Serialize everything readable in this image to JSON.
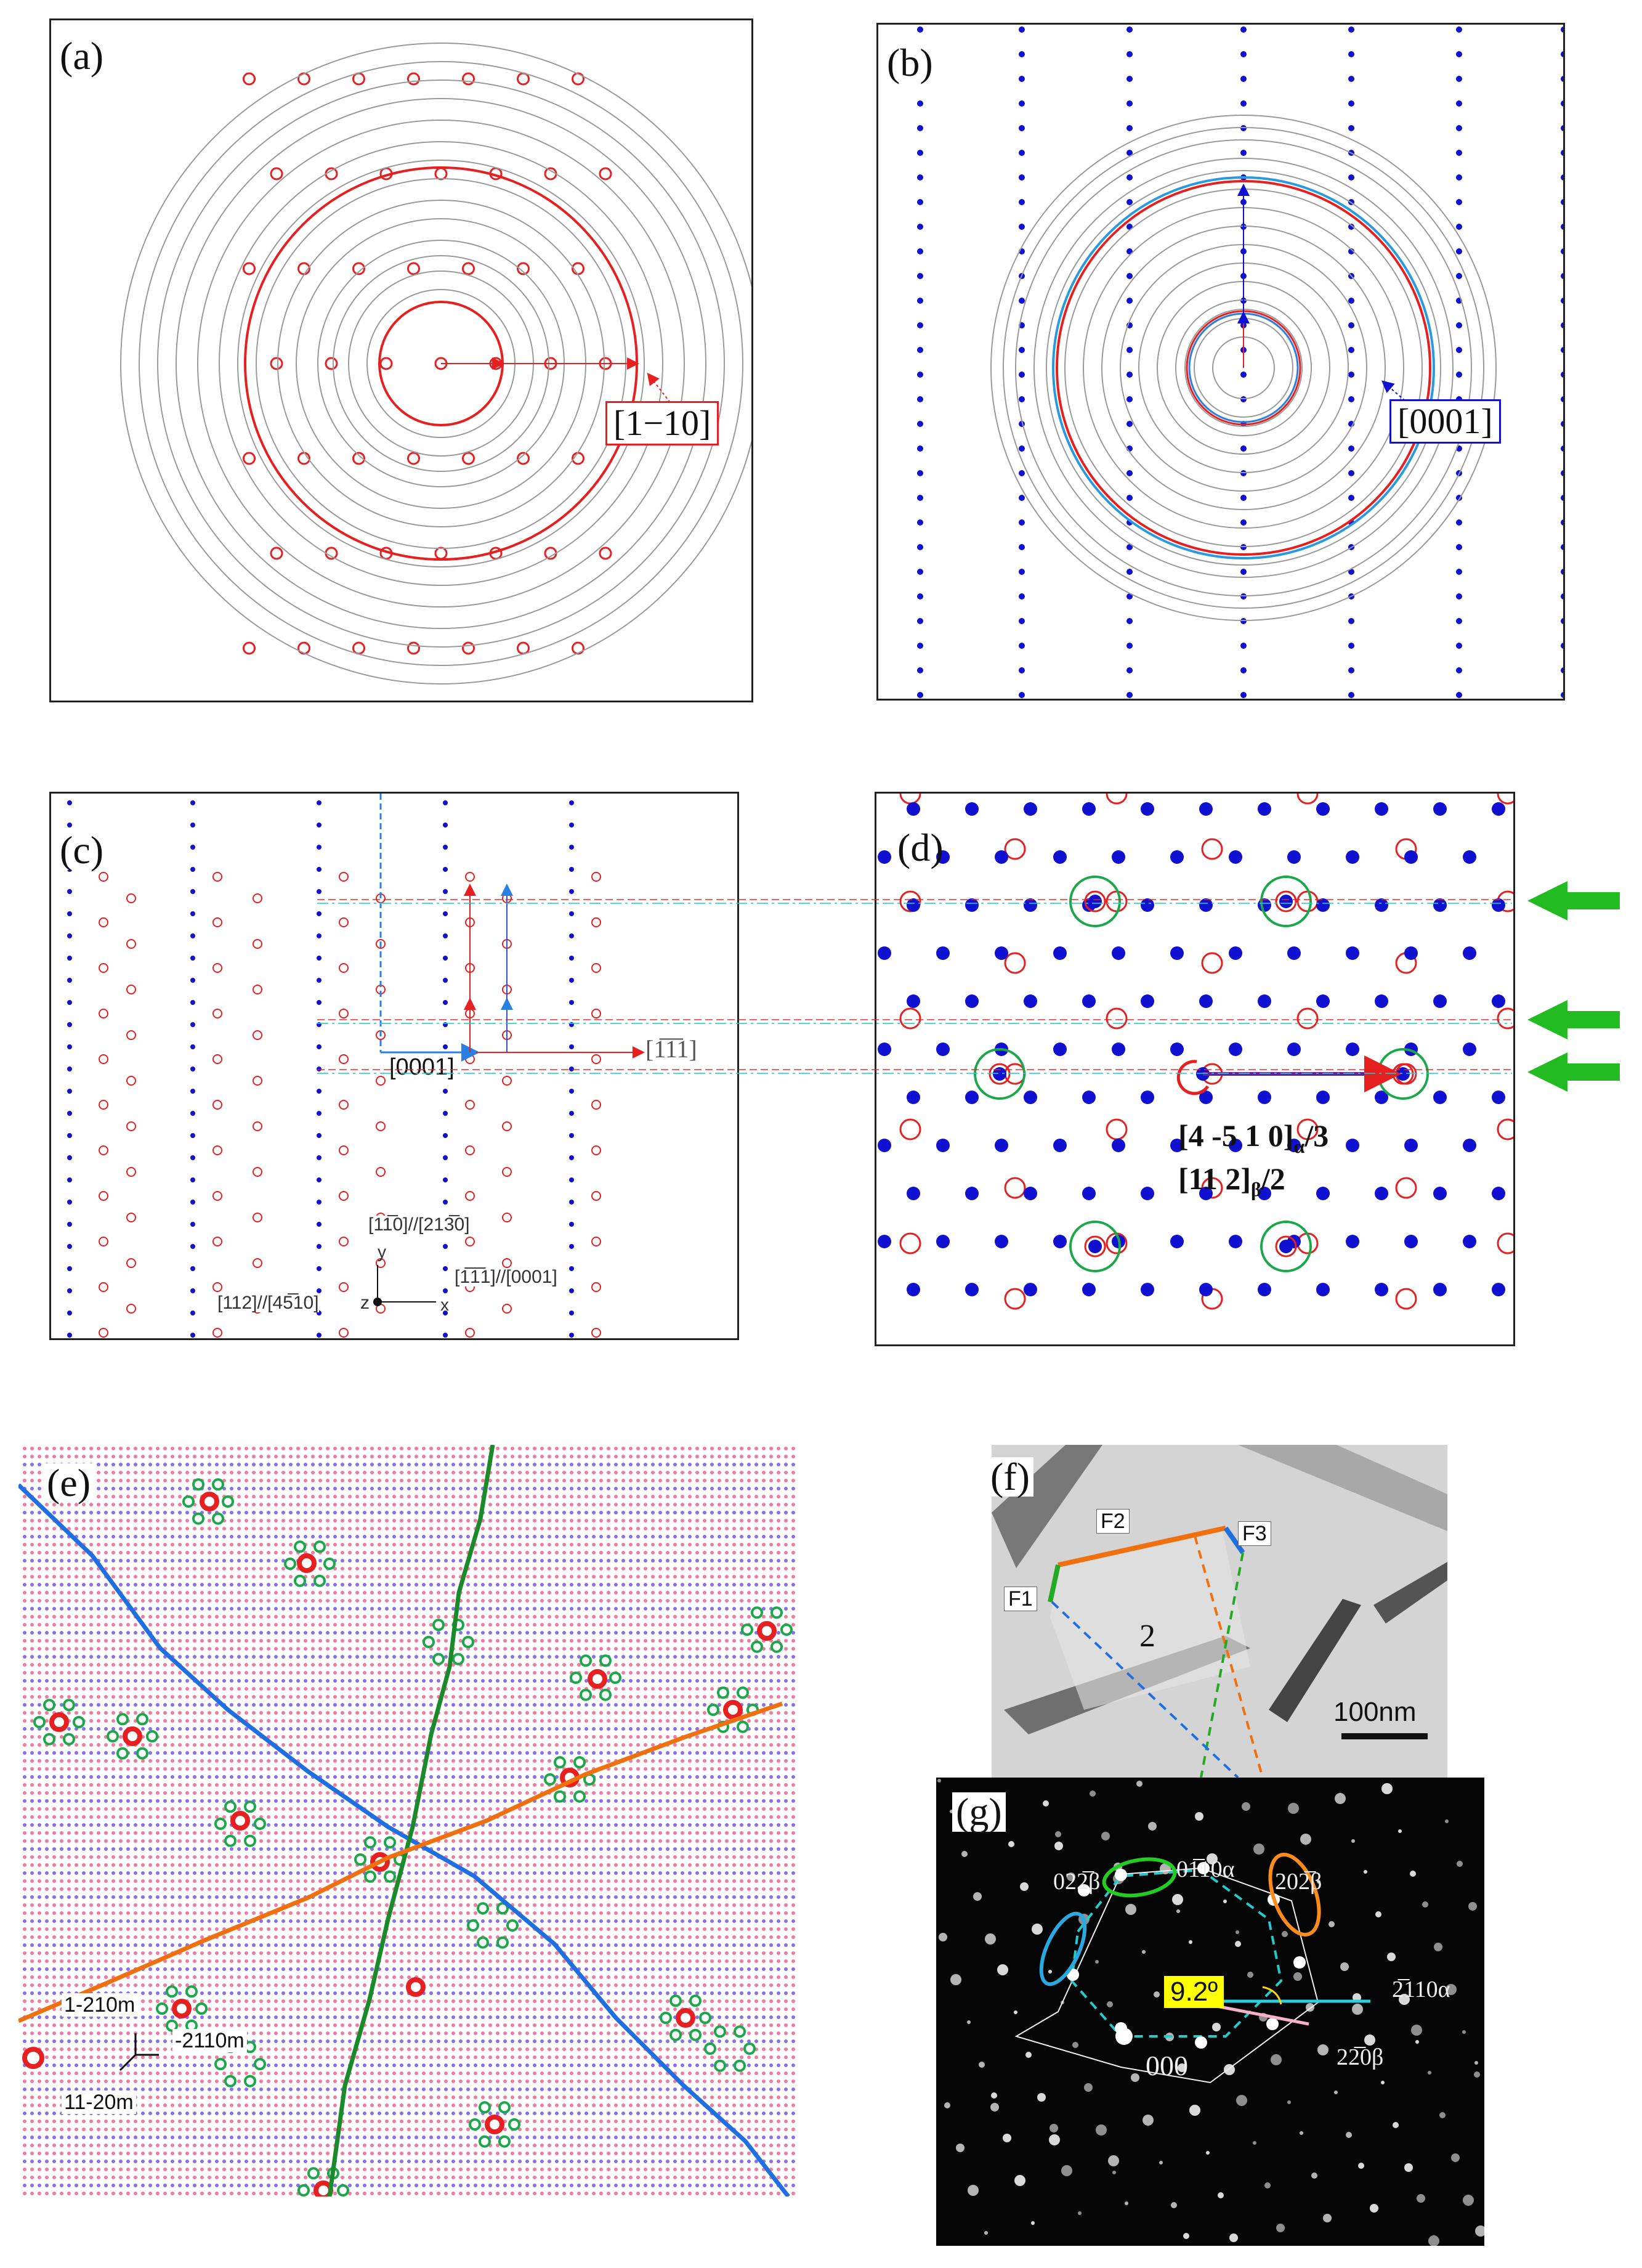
{
  "colors": {
    "alpha_red": "#e62020",
    "beta_blue": "#1010d0",
    "ring_gray": "#9a9a9a",
    "green_circle": "#1aa84a",
    "trace_blue": "#1f6fe0",
    "trace_green": "#1a8a2a",
    "trace_orange": "#f07010",
    "big_arrow_green": "#22bb22",
    "highlight_yellow": "#ffff00",
    "dash_cyan": "#22cccc"
  },
  "panels": {
    "a": {
      "label": "(a)",
      "direction_label": "[1−10]"
    },
    "b": {
      "label": "(b)",
      "direction_label": "[0001]"
    },
    "c": {
      "label": "(c)",
      "vector_label_x": "[0001]",
      "vector_label_right": "[1̅1̅1]",
      "axis_y_label": "[11̅0]//[213̅0]",
      "axis_x_label": "[1̅1̅1]//[0001]",
      "axis_z_label": "[112]//[45̅10]",
      "axis_x": "x",
      "axis_y": "y",
      "axis_z": "z"
    },
    "d": {
      "label": "(d)",
      "vector_label_alpha": "[4 -5 1 0]",
      "alpha_subscript": "α",
      "alpha_divisor": "/3",
      "vector_label_beta": "[11 2]",
      "beta_subscript": "β",
      "beta_divisor": "/2"
    },
    "e": {
      "label": "(e)",
      "dir_1": "1-210m",
      "dir_2": "-2110m",
      "dir_3": "11-20m"
    },
    "f": {
      "label": "(f)",
      "facet_1": "F1",
      "facet_2": "F2",
      "facet_3": "F3",
      "grain_number": "2",
      "scale_bar": "100nm"
    },
    "g": {
      "label": "(g)",
      "spot_022b": "022̅β",
      "spot_0110a": "01̅10α",
      "spot_202b": "202̅β",
      "spot_2110a": "2̅110α",
      "spot_220b": "22̅0β",
      "spot_000": "000",
      "angle": "9.2º"
    }
  }
}
